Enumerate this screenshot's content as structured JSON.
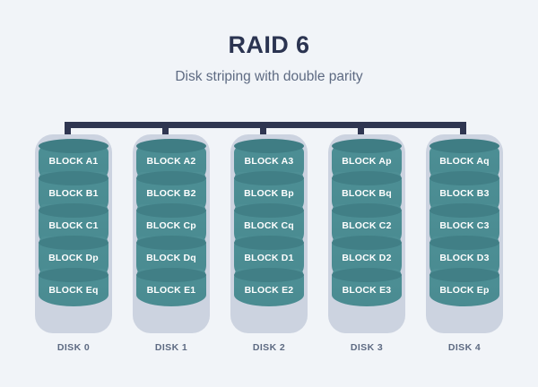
{
  "header": {
    "title": "RAID 6",
    "subtitle": "Disk striping with double parity"
  },
  "colors": {
    "background": "#f1f4f8",
    "title": "#2b3451",
    "subtitle": "#5d6a82",
    "bus": "#2f3651",
    "housing": "#ccd3e0",
    "cylinder_body": "#4c8e94",
    "cylinder_cap": "#417f86",
    "block_label": "#ffffff",
    "caption": "#5d6a82"
  },
  "bus": {
    "name": "controller-bus",
    "connector_count": 5
  },
  "disks": [
    {
      "label": "DISK 0",
      "blocks": [
        "BLOCK A1",
        "BLOCK B1",
        "BLOCK C1",
        "BLOCK Dp",
        "BLOCK Eq"
      ]
    },
    {
      "label": "DISK 1",
      "blocks": [
        "BLOCK A2",
        "BLOCK B2",
        "BLOCK Cp",
        "BLOCK Dq",
        "BLOCK E1"
      ]
    },
    {
      "label": "DISK 2",
      "blocks": [
        "BLOCK A3",
        "BLOCK Bp",
        "BLOCK Cq",
        "BLOCK D1",
        "BLOCK E2"
      ]
    },
    {
      "label": "DISK 3",
      "blocks": [
        "BLOCK Ap",
        "BLOCK Bq",
        "BLOCK C2",
        "BLOCK D2",
        "BLOCK E3"
      ]
    },
    {
      "label": "DISK 4",
      "blocks": [
        "BLOCK Aq",
        "BLOCK B3",
        "BLOCK C3",
        "BLOCK D3",
        "BLOCK Ep"
      ]
    }
  ]
}
